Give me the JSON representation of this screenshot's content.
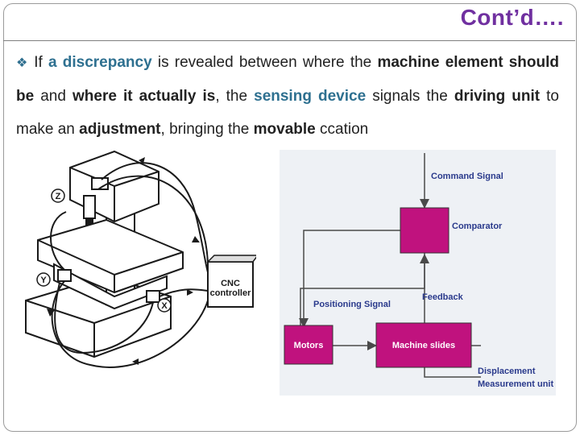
{
  "slide": {
    "title": "Cont’d….",
    "bullet_icon": "diamond-bullet-icon",
    "paragraph": [
      {
        "text": "If ",
        "style": "plain"
      },
      {
        "text": "a discrepancy",
        "style": "highlight"
      },
      {
        "text": " is revealed between where the ",
        "style": "plain"
      },
      {
        "text": "machine element should be",
        "style": "bold"
      },
      {
        "text": " and ",
        "style": "plain"
      },
      {
        "text": "where it actually is",
        "style": "bold"
      },
      {
        "text": ", the ",
        "style": "plain"
      },
      {
        "text": "sensing device",
        "style": "highlight"
      },
      {
        "text": " signals the ",
        "style": "plain"
      },
      {
        "text": "driving unit",
        "style": "bold"
      },
      {
        "text": " to make an ",
        "style": "plain"
      },
      {
        "text": "adjustment",
        "style": "bold"
      },
      {
        "text": ", bringing the ",
        "style": "plain"
      },
      {
        "text": "movable",
        "style": "bold"
      },
      {
        "text": " c",
        "style": "plain"
      },
      {
        "text": "cation",
        "style": "plain"
      }
    ]
  },
  "left_figure": {
    "axis_z": "Z",
    "axis_y": "Y",
    "axis_x": "X",
    "controller_line1": "CNC",
    "controller_line2": "controller"
  },
  "right_figure": {
    "command_signal": "Command Signal",
    "comparator": "Comparator",
    "feedback": "Feedback",
    "positioning_signal": "Positioning Signal",
    "motors": "Motors",
    "machine_slides": "Machine slides",
    "displacement_line1": "Displacement",
    "displacement_line2": "Measurement unit"
  },
  "colors": {
    "title": "#7030a0",
    "highlight": "#2e7090",
    "magenta_box": "#c0127e",
    "diagram_text": "#2a3a8c"
  }
}
